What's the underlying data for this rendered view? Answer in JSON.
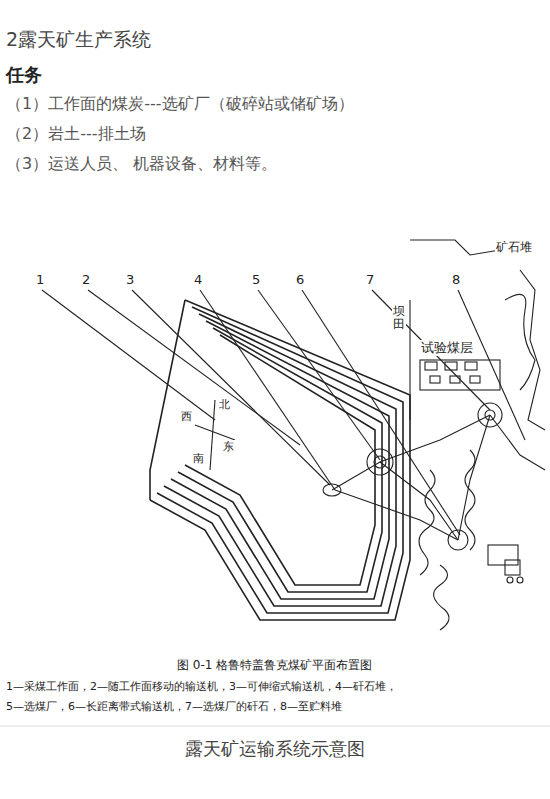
{
  "diagram": {
    "title": "2露天矿生产系统",
    "caption": "露天矿运输系统示意图",
    "labels": [
      "任务",
      "（1）工作面的煤炭---选矿厂（破碎站或储矿场）",
      "（2）岩土---排土场",
      "（3）运送人员、 机器设备、材料等。",
      "1",
      "2",
      "3",
      "4",
      "5",
      "6",
      "7",
      "8",
      "矿石堆",
      "坝田",
      "试验煤层",
      "北",
      "西",
      "东",
      "南",
      "图 0-1  格鲁特盖鲁克煤矿平面布置图",
      "1—采煤工作面，2—随工作面移动的输送机，3—可伸缩式输送机，4—矸石堆，",
      "5—选煤厂，6—长距离带式输送机，7—选煤厂的矸石，8—至贮料堆"
    ]
  }
}
